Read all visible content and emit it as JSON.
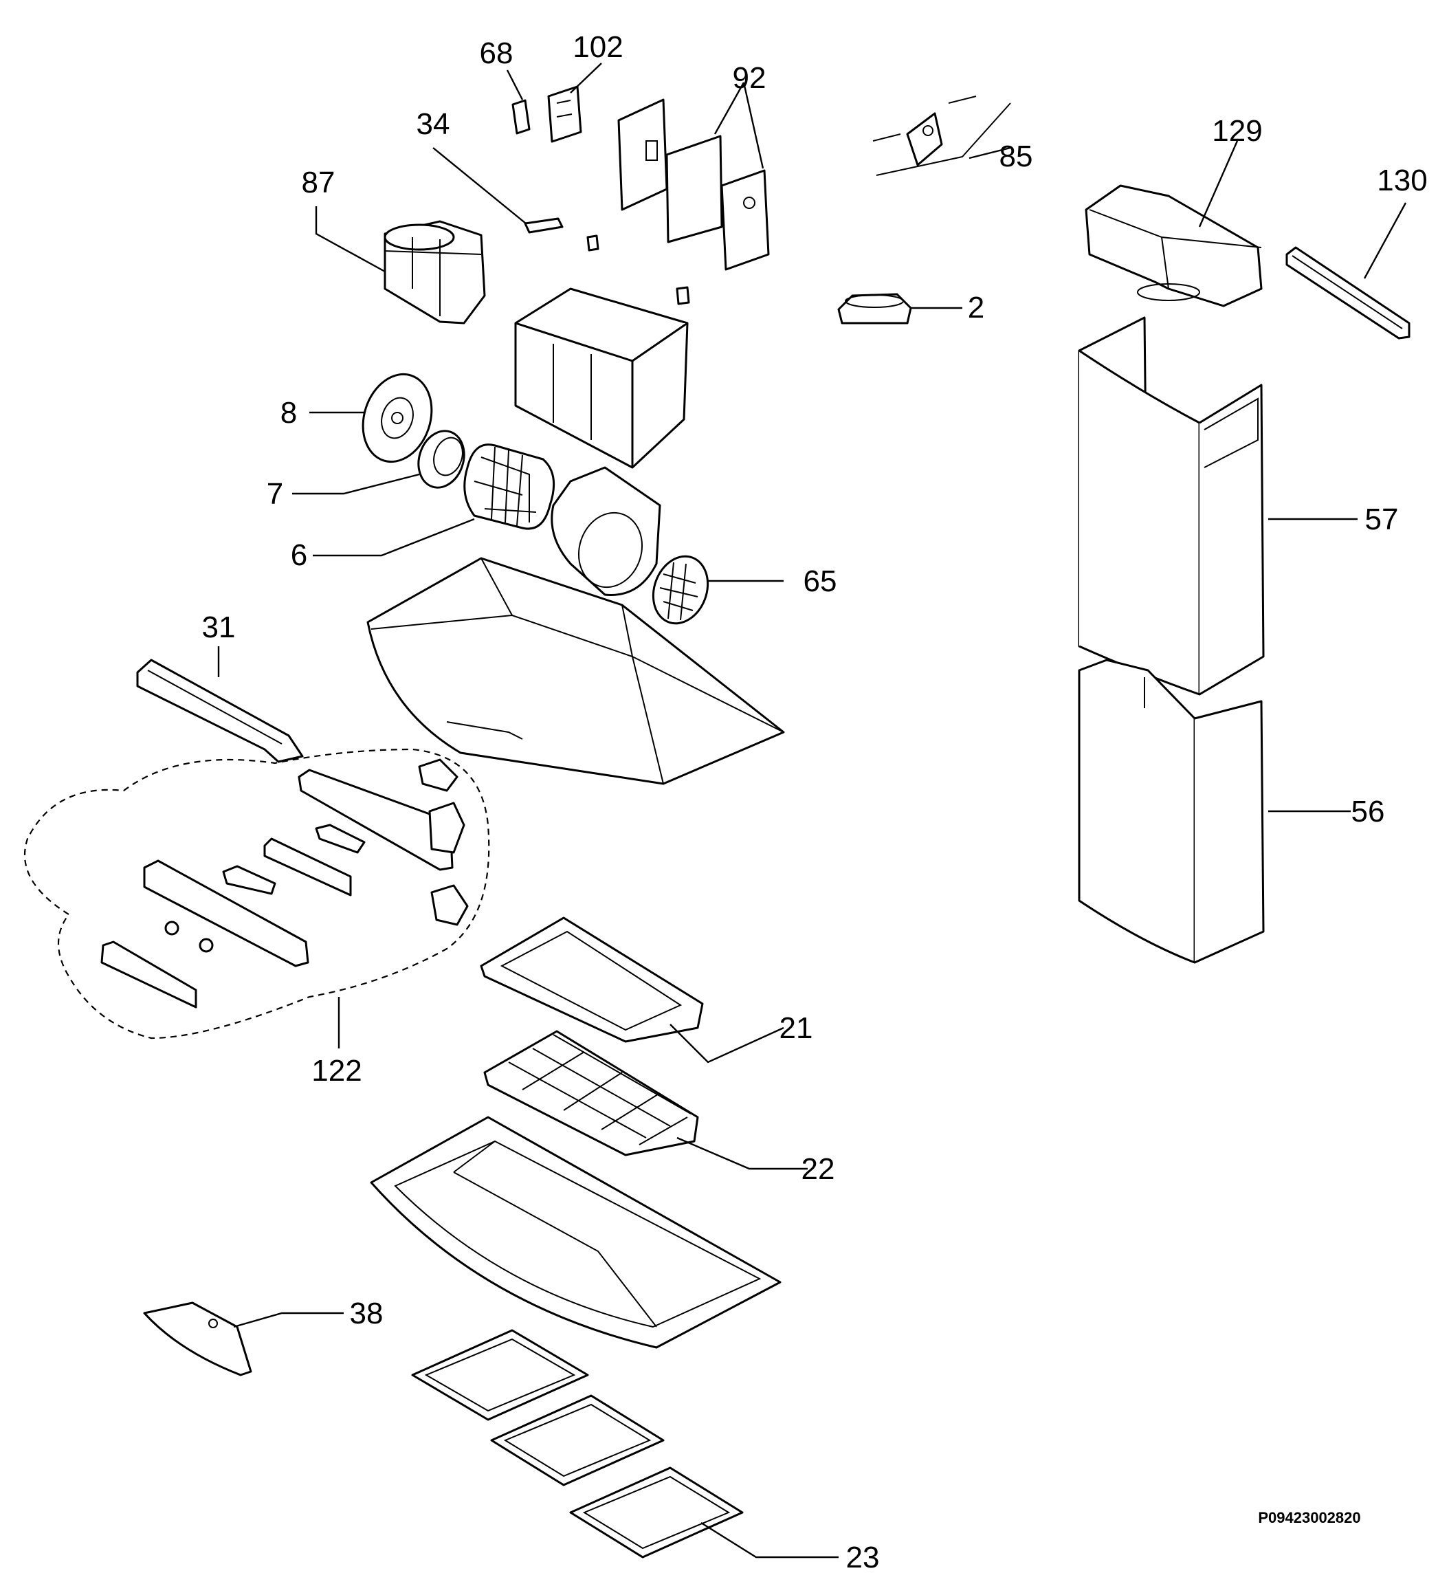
{
  "labels": {
    "l68": "68",
    "l102": "102",
    "l92": "92",
    "l34": "34",
    "l87": "87",
    "l85": "85",
    "l129": "129",
    "l130": "130",
    "l2": "2",
    "l8": "8",
    "l7": "7",
    "l6": "6",
    "l65": "65",
    "l57": "57",
    "l31": "31",
    "l56": "56",
    "l122": "122",
    "l21": "21",
    "l22": "22",
    "l38": "38",
    "l23": "23"
  },
  "drawing_code": "P09423002820"
}
